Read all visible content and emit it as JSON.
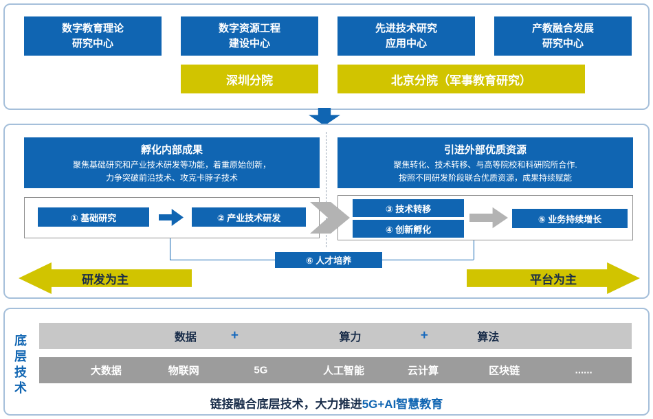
{
  "top_section": {
    "centers": [
      {
        "label": "数字教育理论\n研究中心"
      },
      {
        "label": "数字资源工程\n建设中心"
      },
      {
        "label": "先进技术研究\n应用中心"
      },
      {
        "label": "产教融合发展\n研究中心"
      }
    ],
    "branches": [
      {
        "label": "深圳分院"
      },
      {
        "label": "北京分院（军事教育研究）"
      }
    ]
  },
  "middle_section": {
    "left_block": {
      "title": "孵化内部成果",
      "desc": "聚焦基础研究和产业技术研发等功能，着重原始创新，\n力争突破前沿技术、攻克卡脖子技术"
    },
    "right_block": {
      "title": "引进外部优质资源",
      "desc": "聚焦转化、技术转移、与高等院校和科研院所合作.\n按照不同研发阶段联合优质资源，成果持续赋能"
    },
    "steps": {
      "s1": "① 基础研究",
      "s2": "② 产业技术研发",
      "s3": "③ 技术转移",
      "s4": "④ 创新孵化",
      "s5": "⑤ 业务持续增长",
      "s6": "⑥ 人才培养"
    },
    "left_arrow_label": "研发为主",
    "right_arrow_label": "平台为主"
  },
  "bottom_section": {
    "side_label": "底层技术",
    "row1": {
      "item1": "数据",
      "plus1": "+",
      "item2": "算力",
      "plus2": "+",
      "item3": "算法"
    },
    "row2": [
      "大数据",
      "物联网",
      "5G",
      "人工智能",
      "云计算",
      "区块链",
      "......"
    ],
    "caption": {
      "text": "链接融合底层技术，大力推进",
      "highlight": "5G+AI智慧教育"
    }
  },
  "colors": {
    "primary_blue": "#1065b2",
    "accent_yellow": "#d1c400",
    "navy_text": "#182c49",
    "bar_light_gray": "#c7c7c7",
    "bar_dark_gray": "#9c9c9c",
    "panel_border": "#a5bfda"
  }
}
